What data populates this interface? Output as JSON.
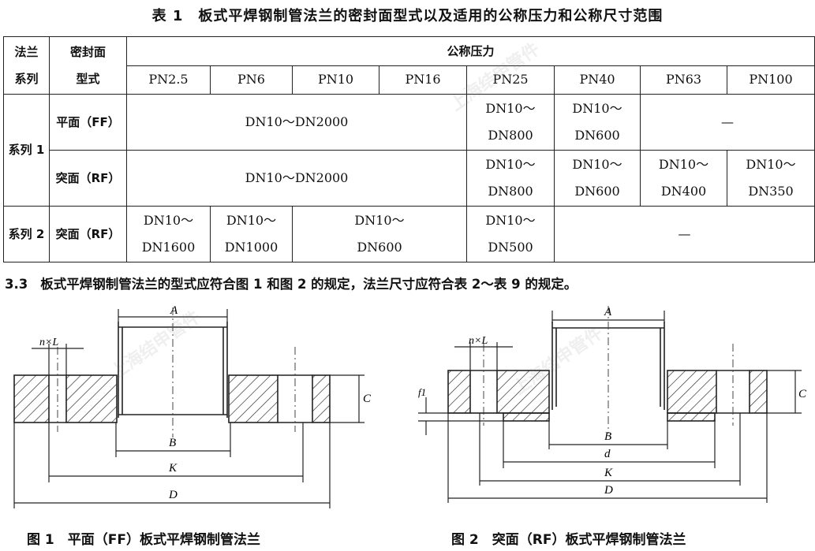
{
  "title": "表 1　板式平焊钢制管法兰的密封面型式以及适用的公称压力和公称尺寸范围",
  "table": {
    "h_series_1": "法兰",
    "h_series_2": "系列",
    "h_face_1": "密封面",
    "h_face_2": "型式",
    "h_pressure": "公称压力",
    "pressures": [
      "PN2.5",
      "PN6",
      "PN10",
      "PN16",
      "PN25",
      "PN40",
      "PN63",
      "PN100"
    ],
    "series1": "系列 1",
    "series2": "系列 2",
    "ff": "平面（FF）",
    "rf": "突面（RF）",
    "rf2": "突面（RF）",
    "r1_span": "DN10～DN2000",
    "r1_pn25_a": "DN10～",
    "r1_pn25_b": "DN800",
    "r1_pn40_a": "DN10～",
    "r1_pn40_b": "DN600",
    "r1_rest": "—",
    "r2_span": "DN10～DN2000",
    "r2_pn25_a": "DN10～",
    "r2_pn25_b": "DN800",
    "r2_pn40_a": "DN10～",
    "r2_pn40_b": "DN600",
    "r2_pn63_a": "DN10～",
    "r2_pn63_b": "DN400",
    "r2_pn100_a": "DN10～",
    "r2_pn100_b": "DN350",
    "r3_pn25_a": "DN10～",
    "r3_pn25_b": "DN1600",
    "r3_pn6_a": "DN10～",
    "r3_pn6_b": "DN1000",
    "r3_mid_a": "DN10～",
    "r3_mid_b": "DN600",
    "r3_pn25b_a": "DN10～",
    "r3_pn25b_b": "DN500",
    "r3_rest": "—"
  },
  "section_number": "3.3",
  "section_text": "板式平焊钢制管法兰的型式应符合图 1 和图 2 的规定，法兰尺寸应符合表 2～表 9 的规定。",
  "figure1": {
    "caption": "图 1　平面（FF）板式平焊钢制管法兰",
    "labels": {
      "A": "A",
      "nL": "n×L",
      "C": "C",
      "B": "B",
      "K": "K",
      "D": "D"
    }
  },
  "figure2": {
    "caption": "图 2　突面（RF）板式平焊钢制管法兰",
    "labels": {
      "A": "A",
      "nL": "n×L",
      "C": "C",
      "f1": "f1",
      "B": "B",
      "d": "d",
      "K": "K",
      "D": "D"
    }
  },
  "watermark": "上海结申管件"
}
